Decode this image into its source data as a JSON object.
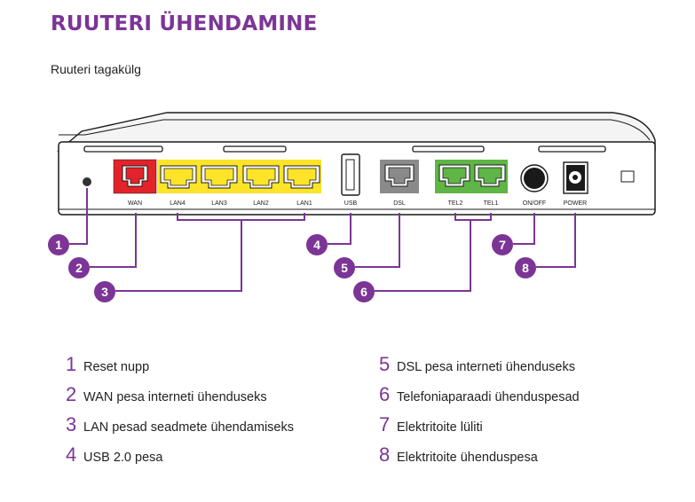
{
  "title": "RUUTERI ÜHENDAMINE",
  "subtitle": "Ruuteri tagakülg",
  "colors": {
    "accent": "#7c3596",
    "wan": "#e3232a",
    "lan": "#fde428",
    "dsl": "#8a8a8a",
    "tel": "#5fb546"
  },
  "ports": {
    "wan": "WAN",
    "lan4": "LAN4",
    "lan3": "LAN3",
    "lan2": "LAN2",
    "lan1": "LAN1",
    "usb": "USB",
    "dsl": "DSL",
    "tel2": "TEL2",
    "tel1": "TEL1",
    "onoff": "ON/OFF",
    "power": "POWER"
  },
  "badges": [
    "1",
    "2",
    "3",
    "4",
    "5",
    "6",
    "7",
    "8"
  ],
  "legend": [
    {
      "num": "1",
      "text": "Reset nupp"
    },
    {
      "num": "2",
      "text": "WAN pesa interneti ühenduseks"
    },
    {
      "num": "3",
      "text": "LAN pesad seadmete ühendamiseks"
    },
    {
      "num": "4",
      "text": "USB 2.0 pesa"
    },
    {
      "num": "5",
      "text": "DSL pesa interneti ühenduseks"
    },
    {
      "num": "6",
      "text": "Telefoniaparaadi ühenduspesad"
    },
    {
      "num": "7",
      "text": "Elektritoite lüliti"
    },
    {
      "num": "8",
      "text": "Elektritoite ühenduspesa"
    }
  ]
}
